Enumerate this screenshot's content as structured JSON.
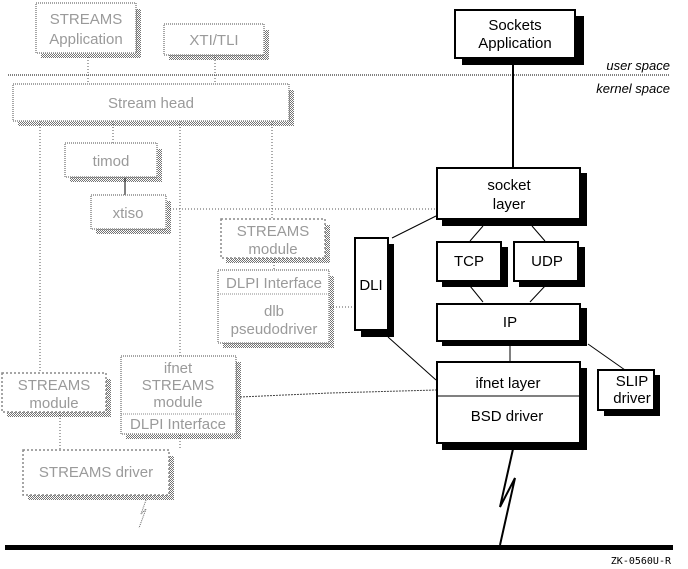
{
  "diagram": {
    "region_labels": {
      "user_space": "user space",
      "kernel_space": "kernel space"
    },
    "figure_id": "ZK-0560U-R",
    "streams_side": {
      "streams_application": [
        "STREAMS",
        "Application"
      ],
      "xti_tli": "XTI/TLI",
      "stream_head": "Stream head",
      "timod": "timod",
      "xtiso": "xtiso",
      "streams_module_upper": [
        "STREAMS",
        "module"
      ],
      "dlpi_interface_dlb": "DLPI Interface",
      "dlb_pseudodriver": [
        "dlb",
        "pseudodriver"
      ],
      "streams_module_left": [
        "STREAMS",
        "module"
      ],
      "ifnet_streams_module": [
        "ifnet",
        "STREAMS",
        "module"
      ],
      "dlpi_interface_ifnet": "DLPI Interface",
      "streams_driver": "STREAMS driver"
    },
    "sockets_side": {
      "sockets_application": [
        "Sockets",
        "Application"
      ],
      "socket_layer": [
        "socket",
        "layer"
      ],
      "dli": "DLI",
      "tcp": "TCP",
      "udp": "UDP",
      "ip": "IP",
      "ifnet_layer": "ifnet layer",
      "bsd_driver": "BSD driver",
      "slip_driver": [
        "SLIP",
        "driver"
      ]
    },
    "colors": {
      "solid": "#000000",
      "streams_dim": "#9a9a9a",
      "background": "#ffffff"
    }
  }
}
